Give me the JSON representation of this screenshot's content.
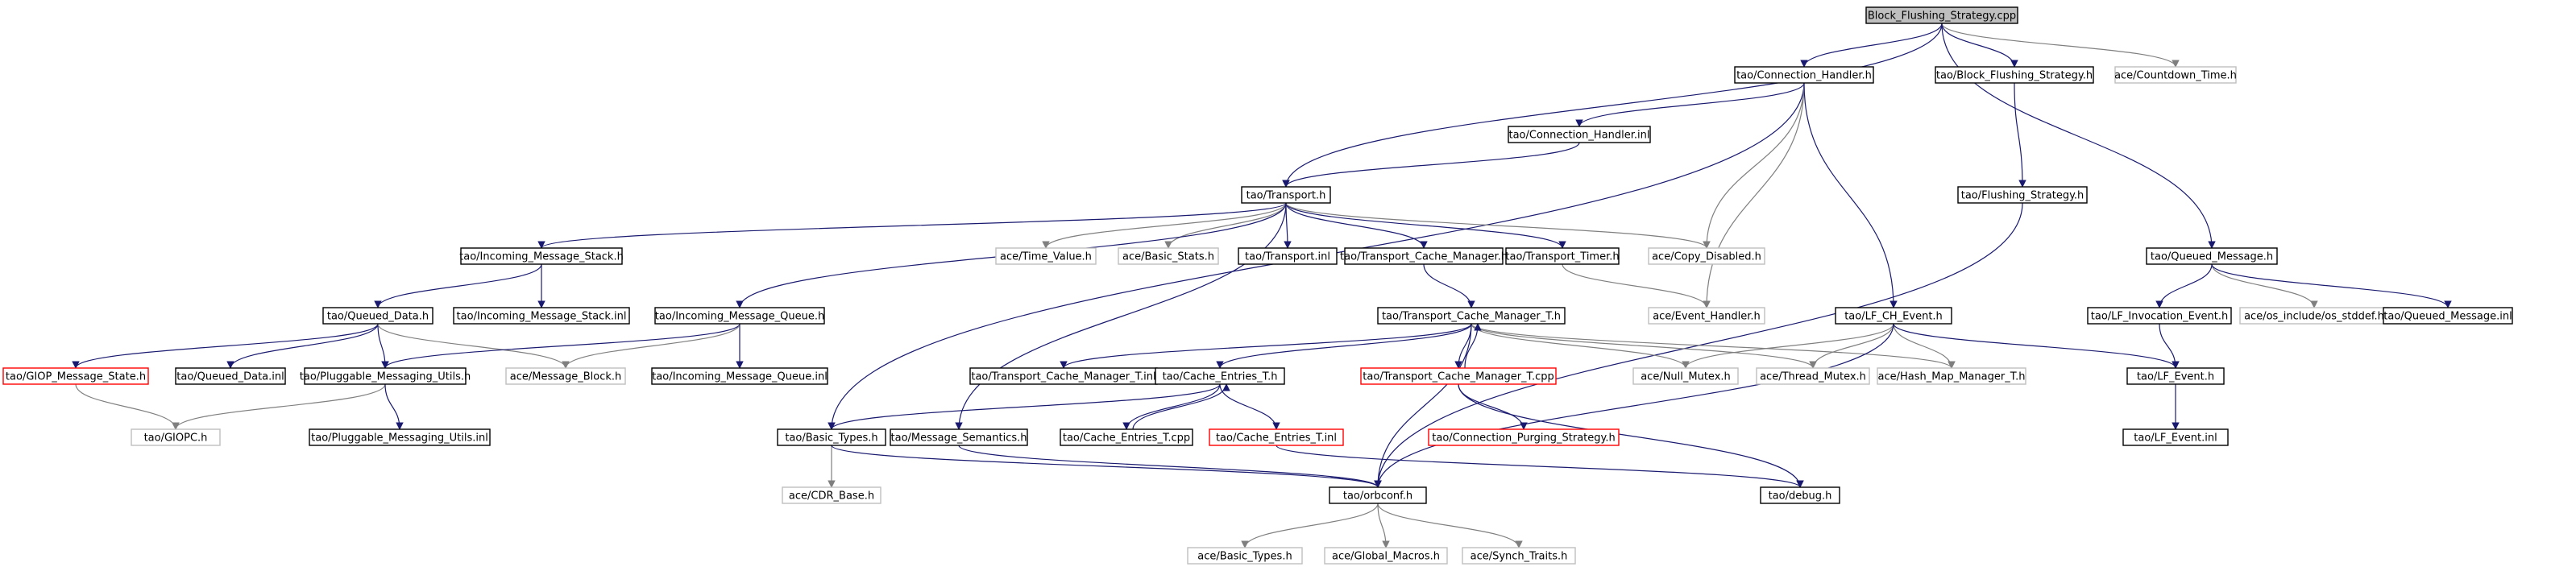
{
  "title": "Block_Flushing_Strategy.cpp",
  "nodes": [
    {
      "id": "root",
      "label": "Block_Flushing_Strategy.cpp",
      "style": "root"
    },
    {
      "id": "conn_handler",
      "label": "tao/Connection_Handler.h",
      "style": "normal"
    },
    {
      "id": "bfs_h",
      "label": "tao/Block_Flushing_Strategy.h",
      "style": "normal"
    },
    {
      "id": "countdown",
      "label": "ace/Countdown_Time.h",
      "style": "ext"
    },
    {
      "id": "conn_handler_inl",
      "label": "tao/Connection_Handler.inl",
      "style": "normal"
    },
    {
      "id": "flushing",
      "label": "tao/Flushing_Strategy.h",
      "style": "normal"
    },
    {
      "id": "transport",
      "label": "tao/Transport.h",
      "style": "normal"
    },
    {
      "id": "ims",
      "label": "tao/Incoming_Message_Stack.h",
      "style": "normal"
    },
    {
      "id": "time_value",
      "label": "ace/Time_Value.h",
      "style": "ext"
    },
    {
      "id": "basic_stats",
      "label": "ace/Basic_Stats.h",
      "style": "ext"
    },
    {
      "id": "transport_inl",
      "label": "tao/Transport.inl",
      "style": "normal"
    },
    {
      "id": "tcm",
      "label": "tao/Transport_Cache_Manager.h",
      "style": "normal"
    },
    {
      "id": "timer",
      "label": "tao/Transport_Timer.h",
      "style": "normal"
    },
    {
      "id": "copy_disabled",
      "label": "ace/Copy_Disabled.h",
      "style": "ext"
    },
    {
      "id": "queued_message",
      "label": "tao/Queued_Message.h",
      "style": "normal"
    },
    {
      "id": "queued_data",
      "label": "tao/Queued_Data.h",
      "style": "normal"
    },
    {
      "id": "ims_inl",
      "label": "tao/Incoming_Message_Stack.inl",
      "style": "normal"
    },
    {
      "id": "imq",
      "label": "tao/Incoming_Message_Queue.h",
      "style": "normal"
    },
    {
      "id": "tcm_t",
      "label": "tao/Transport_Cache_Manager_T.h",
      "style": "normal"
    },
    {
      "id": "event_handler",
      "label": "ace/Event_Handler.h",
      "style": "ext"
    },
    {
      "id": "lf_ch",
      "label": "tao/LF_CH_Event.h",
      "style": "normal"
    },
    {
      "id": "lf_inv",
      "label": "tao/LF_Invocation_Event.h",
      "style": "normal"
    },
    {
      "id": "stddef",
      "label": "ace/os_include/os_stddef.h",
      "style": "ext"
    },
    {
      "id": "qm_inl",
      "label": "tao/Queued_Message.inl",
      "style": "normal"
    },
    {
      "id": "giop_state",
      "label": "tao/GIOP_Message_State.h",
      "style": "red"
    },
    {
      "id": "qd_inl",
      "label": "tao/Queued_Data.inl",
      "style": "normal"
    },
    {
      "id": "pmu",
      "label": "tao/Pluggable_Messaging_Utils.h",
      "style": "normal"
    },
    {
      "id": "msg_block",
      "label": "ace/Message_Block.h",
      "style": "ext"
    },
    {
      "id": "imq_inl",
      "label": "tao/Incoming_Message_Queue.inl",
      "style": "normal"
    },
    {
      "id": "tcm_t_inl",
      "label": "tao/Transport_Cache_Manager_T.inl",
      "style": "normal"
    },
    {
      "id": "cache_entries",
      "label": "tao/Cache_Entries_T.h",
      "style": "normal"
    },
    {
      "id": "tcm_t_cpp",
      "label": "tao/Transport_Cache_Manager_T.cpp",
      "style": "red"
    },
    {
      "id": "null_mutex",
      "label": "ace/Null_Mutex.h",
      "style": "ext"
    },
    {
      "id": "thread_mutex",
      "label": "ace/Thread_Mutex.h",
      "style": "ext"
    },
    {
      "id": "hash_map",
      "label": "ace/Hash_Map_Manager_T.h",
      "style": "ext"
    },
    {
      "id": "lf_event",
      "label": "tao/LF_Event.h",
      "style": "normal"
    },
    {
      "id": "giopc",
      "label": "tao/GIOPC.h",
      "style": "ext"
    },
    {
      "id": "pmu_inl",
      "label": "tao/Pluggable_Messaging_Utils.inl",
      "style": "normal"
    },
    {
      "id": "basic_types",
      "label": "tao/Basic_Types.h",
      "style": "normal"
    },
    {
      "id": "msg_sem",
      "label": "tao/Message_Semantics.h",
      "style": "normal"
    },
    {
      "id": "ce_cpp",
      "label": "tao/Cache_Entries_T.cpp",
      "style": "normal"
    },
    {
      "id": "ce_inl",
      "label": "tao/Cache_Entries_T.inl",
      "style": "red"
    },
    {
      "id": "cps",
      "label": "tao/Connection_Purging_Strategy.h",
      "style": "red"
    },
    {
      "id": "lf_event_inl",
      "label": "tao/LF_Event.inl",
      "style": "normal"
    },
    {
      "id": "cdr_base",
      "label": "ace/CDR_Base.h",
      "style": "ext"
    },
    {
      "id": "orbconf",
      "label": "tao/orbconf.h",
      "style": "normal"
    },
    {
      "id": "debug",
      "label": "tao/debug.h",
      "style": "normal"
    },
    {
      "id": "ace_basic_types",
      "label": "ace/Basic_Types.h",
      "style": "ext"
    },
    {
      "id": "global_macros",
      "label": "ace/Global_Macros.h",
      "style": "ext"
    },
    {
      "id": "synch_traits",
      "label": "ace/Synch_Traits.h",
      "style": "ext"
    }
  ],
  "edges": [
    [
      "root",
      "conn_handler"
    ],
    [
      "root",
      "bfs_h"
    ],
    [
      "root",
      "countdown"
    ],
    [
      "root",
      "transport"
    ],
    [
      "root",
      "queued_message"
    ],
    [
      "conn_handler",
      "conn_handler_inl"
    ],
    [
      "conn_handler",
      "basic_types"
    ],
    [
      "conn_handler",
      "copy_disabled"
    ],
    [
      "conn_handler",
      "event_handler"
    ],
    [
      "conn_handler",
      "lf_ch"
    ],
    [
      "conn_handler_inl",
      "transport"
    ],
    [
      "bfs_h",
      "flushing"
    ],
    [
      "flushing",
      "orbconf"
    ],
    [
      "transport",
      "ims"
    ],
    [
      "transport",
      "time_value"
    ],
    [
      "transport",
      "basic_stats"
    ],
    [
      "transport",
      "transport_inl"
    ],
    [
      "transport",
      "tcm"
    ],
    [
      "transport",
      "timer"
    ],
    [
      "transport",
      "copy_disabled"
    ],
    [
      "transport",
      "imq"
    ],
    [
      "transport",
      "msg_sem"
    ],
    [
      "ims",
      "queued_data"
    ],
    [
      "ims",
      "ims_inl"
    ],
    [
      "queued_data",
      "giop_state"
    ],
    [
      "queued_data",
      "qd_inl"
    ],
    [
      "queued_data",
      "pmu"
    ],
    [
      "queued_data",
      "msg_block"
    ],
    [
      "imq",
      "pmu"
    ],
    [
      "imq",
      "msg_block"
    ],
    [
      "imq",
      "imq_inl"
    ],
    [
      "giop_state",
      "giopc"
    ],
    [
      "pmu",
      "giopc"
    ],
    [
      "pmu",
      "pmu_inl"
    ],
    [
      "tcm",
      "tcm_t"
    ],
    [
      "timer",
      "event_handler"
    ],
    [
      "tcm_t",
      "tcm_t_inl"
    ],
    [
      "tcm_t",
      "cache_entries"
    ],
    [
      "tcm_t",
      "tcm_t_cpp"
    ],
    [
      "tcm_t",
      "null_mutex"
    ],
    [
      "tcm_t",
      "thread_mutex"
    ],
    [
      "tcm_t",
      "hash_map"
    ],
    [
      "tcm_t",
      "orbconf"
    ],
    [
      "tcm_t_cpp",
      "tcm_t"
    ],
    [
      "tcm_t_cpp",
      "cps"
    ],
    [
      "tcm_t_cpp",
      "debug"
    ],
    [
      "cache_entries",
      "basic_types"
    ],
    [
      "cache_entries",
      "ce_cpp"
    ],
    [
      "cache_entries",
      "ce_inl"
    ],
    [
      "ce_cpp",
      "cache_entries"
    ],
    [
      "ce_inl",
      "debug"
    ],
    [
      "basic_types",
      "cdr_base"
    ],
    [
      "basic_types",
      "orbconf"
    ],
    [
      "msg_sem",
      "orbconf"
    ],
    [
      "lf_ch",
      "null_mutex"
    ],
    [
      "lf_ch",
      "thread_mutex"
    ],
    [
      "lf_ch",
      "hash_map"
    ],
    [
      "lf_ch",
      "lf_event"
    ],
    [
      "lf_ch",
      "orbconf"
    ],
    [
      "queued_message",
      "lf_inv"
    ],
    [
      "queued_message",
      "stddef"
    ],
    [
      "queued_message",
      "qm_inl"
    ],
    [
      "lf_inv",
      "lf_event"
    ],
    [
      "lf_event",
      "lf_event_inl"
    ],
    [
      "orbconf",
      "ace_basic_types"
    ],
    [
      "orbconf",
      "global_macros"
    ],
    [
      "orbconf",
      "synch_traits"
    ]
  ]
}
